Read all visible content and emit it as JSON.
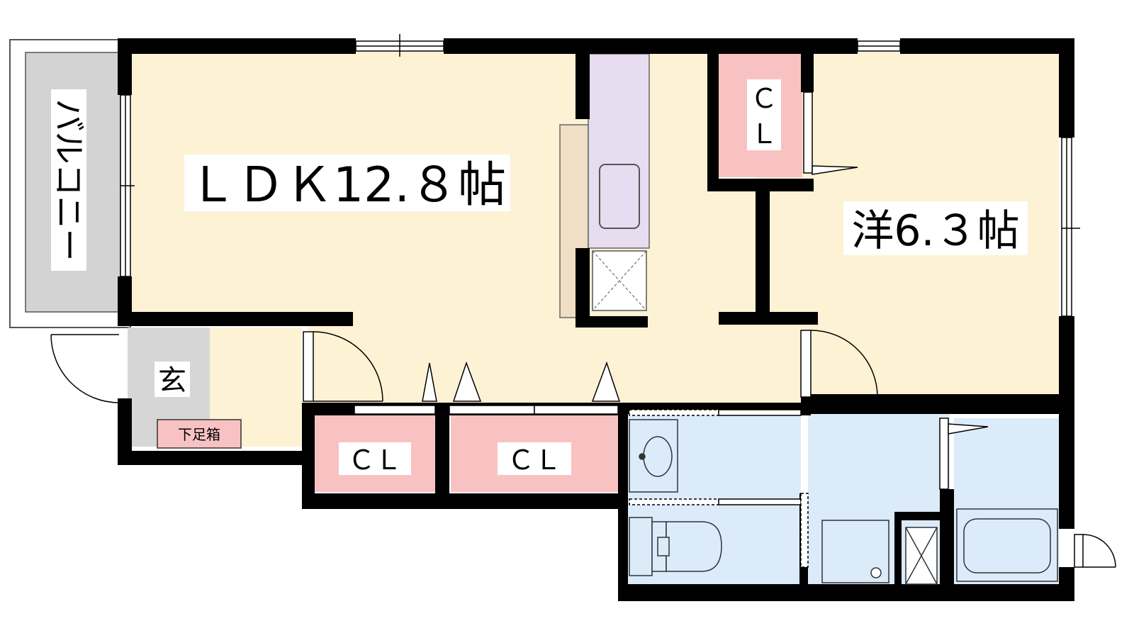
{
  "rooms": {
    "ldk": "ＬＤＫ12.８帖",
    "western": "洋6.３帖",
    "balcony": "バルコニー",
    "genkan": "玄",
    "shoe_box": "下足箱",
    "closet_western": [
      "Ｃ",
      "Ｌ"
    ],
    "closet_a": "ＣＬ",
    "closet_b": "ＣＬ"
  },
  "colors": {
    "floor": "#fdf2d4",
    "closet": "#f9c2c2",
    "wet_area": "#dcebfa",
    "kitchen_counter": "#e8dcf0",
    "balcony": "#d3d3d3",
    "genkan": "#d6d6d6",
    "counter_wood": "#f0dfc4",
    "wall": "#000000"
  }
}
